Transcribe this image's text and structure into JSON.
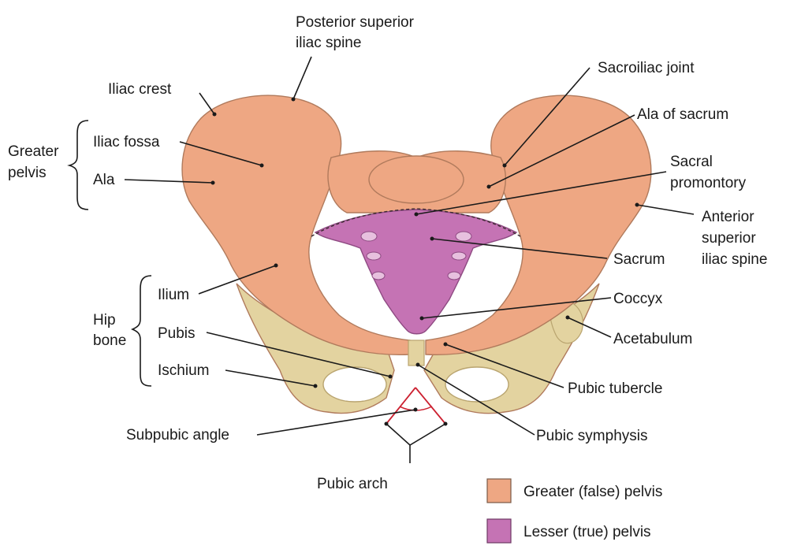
{
  "colors": {
    "greater_pelvis": "#eea783",
    "lesser_pelvis": "#c573b4",
    "hip_bone_lower": "#e3d3a0",
    "angle_marker": "#cc2030"
  },
  "labels": {
    "posterior_superior_iliac_spine": [
      "Posterior superior",
      "iliac spine"
    ],
    "iliac_crest": "Iliac crest",
    "greater_pelvis": [
      "Greater",
      "pelvis"
    ],
    "iliac_fossa": "Iliac fossa",
    "ala": "Ala",
    "hip_bone": [
      "Hip",
      "bone"
    ],
    "ilium": "Ilium",
    "pubis": "Pubis",
    "ischium": "Ischium",
    "subpubic_angle": "Subpubic angle",
    "pubic_arch": "Pubic arch",
    "sacroiliac_joint": "Sacroiliac joint",
    "ala_of_sacrum": "Ala of sacrum",
    "sacral_promontory": [
      "Sacral",
      "promontory"
    ],
    "anterior_superior_iliac_spine": [
      "Anterior",
      "superior",
      "iliac spine"
    ],
    "sacrum": "Sacrum",
    "coccyx": "Coccyx",
    "acetabulum": "Acetabulum",
    "pubic_tubercle": "Pubic tubercle",
    "pubic_symphysis": "Pubic symphysis"
  },
  "legend": [
    {
      "label": "Greater (false) pelvis",
      "color": "#eea783"
    },
    {
      "label": "Lesser (true) pelvis",
      "color": "#c573b4"
    }
  ]
}
